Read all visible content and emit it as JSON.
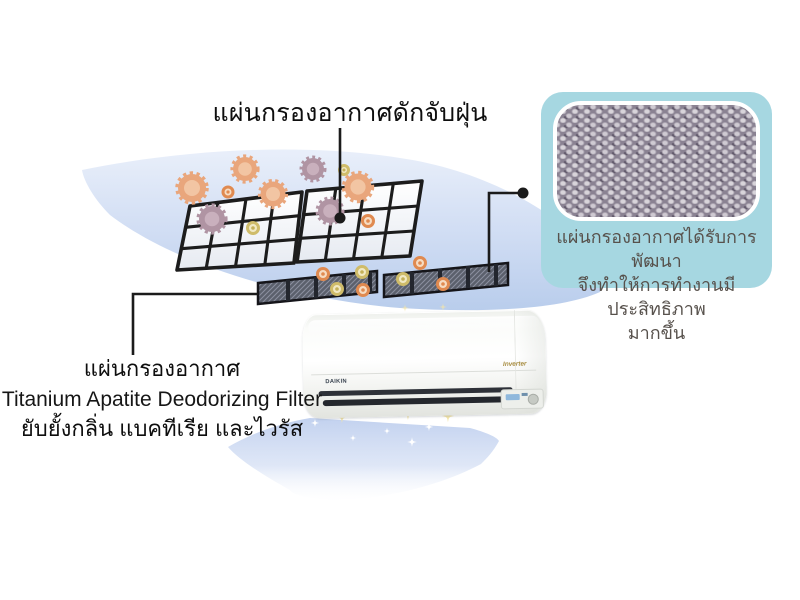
{
  "title": "แผ่นกรองอากาศดักจับฝุ่น",
  "filter_label": {
    "thai_name": "แผ่นกรองอากาศ",
    "english_name": "Titanium Apatite Deodorizing Filter",
    "benefit": "ยับยั้งกลิ่น แบคทีเรีย และไวรัส"
  },
  "info_box": {
    "text_line1": "แผ่นกรองอากาศได้รับการพัฒนา",
    "text_line2": "จึงทำให้การทำงานมีประสิทธิภาพ",
    "text_line3": "มากขึ้น"
  },
  "ac_unit": {
    "brand": "DAIKIN",
    "badge": "Inverter"
  },
  "palette": {
    "background": "#ffffff",
    "swoosh_blue_light": "#e9effa",
    "swoosh_blue_deep": "#b9cdec",
    "info_box_bg": "#a6d7e1",
    "swatch_fabric": "#8a8292",
    "grid_stroke": "#1c1c1c",
    "mesh_fill": "#5b606c",
    "particle_orange": "#e9a67c",
    "particle_purple": "#b094a3",
    "ring_orange": "#e08a50",
    "ring_yellow": "#cfbc6a",
    "connector": "#1b1b1b",
    "caption_text": "#57514c"
  }
}
